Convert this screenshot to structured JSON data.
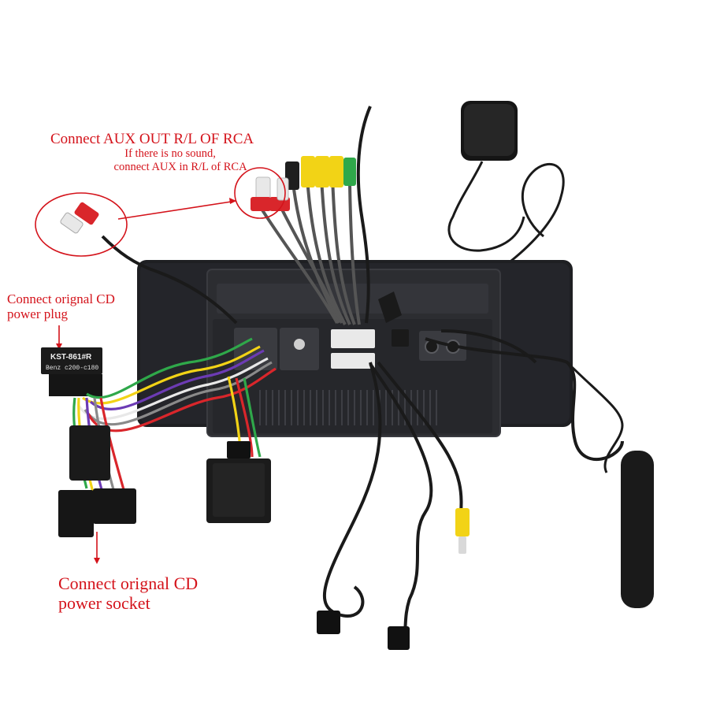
{
  "annotations": {
    "aux_line1": "Connect AUX OUT R/L OF RCA",
    "aux_line2": "If there is no sound,",
    "aux_line3": "connect AUX in R/L of RCA",
    "cd_plug_line1": "Connect orignal CD",
    "cd_plug_line2": "power plug",
    "cd_socket_line1": "Connect orignal CD",
    "cd_socket_line2": "power socket"
  },
  "adapter_box": {
    "model": "KST-861#R",
    "vehicle": "Benz c200-c180"
  },
  "colors": {
    "annotation": "#d4131b",
    "unit_body": "#1e1f22",
    "cable": "#1a1a1a",
    "rca_red": "#d9262b",
    "rca_yellow": "#f2d316",
    "rca_green": "#2fa84a",
    "rca_white": "#e8e8e8"
  },
  "icons": {
    "gps_antenna": "gps-antenna-icon",
    "radio_antenna": "radio-antenna-icon",
    "usb_plug": "usb-plug-icon"
  }
}
